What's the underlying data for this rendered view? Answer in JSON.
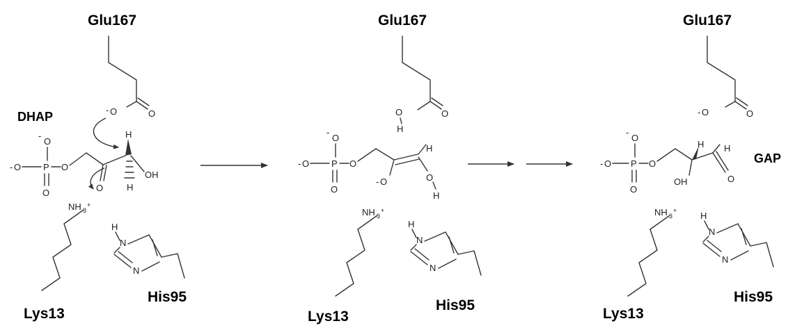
{
  "residues": {
    "glu": "Glu167",
    "lys": "Lys13",
    "his": "His95"
  },
  "molecules": {
    "substrate": "DHAP",
    "product": "GAP"
  },
  "atoms": {
    "O": "O",
    "P": "P",
    "OH": "OH",
    "H": "H",
    "N": "N",
    "NH3": "NH",
    "sub3": "3",
    "plus": "+",
    "minus": "-"
  }
}
